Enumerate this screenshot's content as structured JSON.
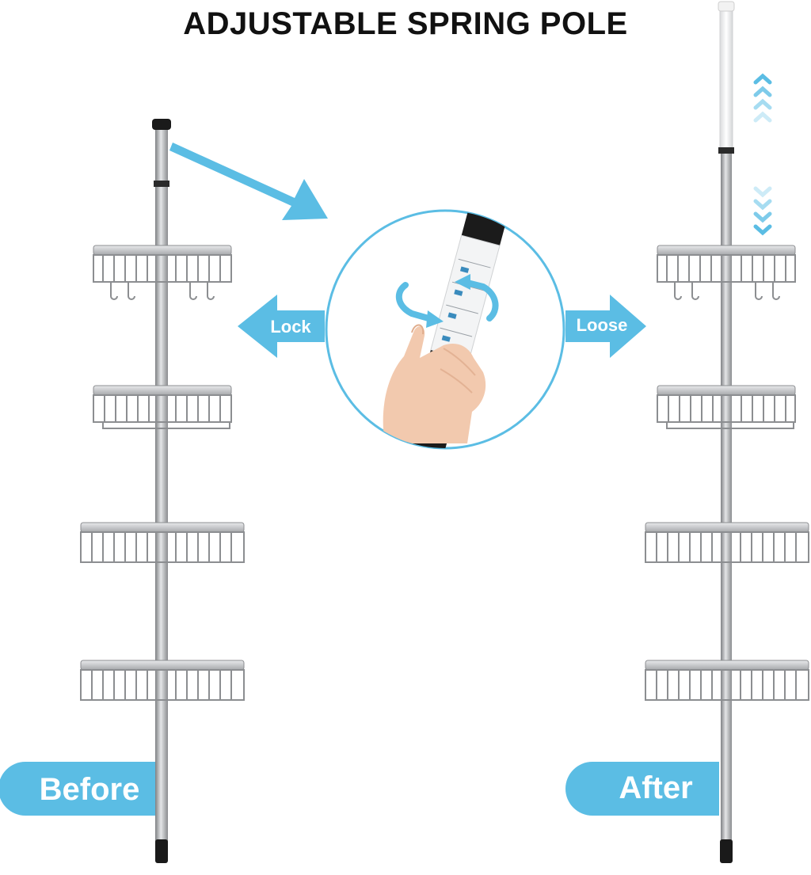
{
  "title": "ADJUSTABLE SPRING POLE",
  "labels": {
    "lock": "Lock",
    "loose": "Loose",
    "before": "Before",
    "after": "After"
  },
  "colors": {
    "accent": "#5bbde4",
    "accent_light": "#b9e2f3",
    "pole": "#a9abae",
    "cap": "#1a1a1a"
  },
  "icons": [
    "arrow-right-icon",
    "arrow-left-icon",
    "rotate-icon",
    "chevron-up-icon",
    "chevron-down-icon"
  ]
}
